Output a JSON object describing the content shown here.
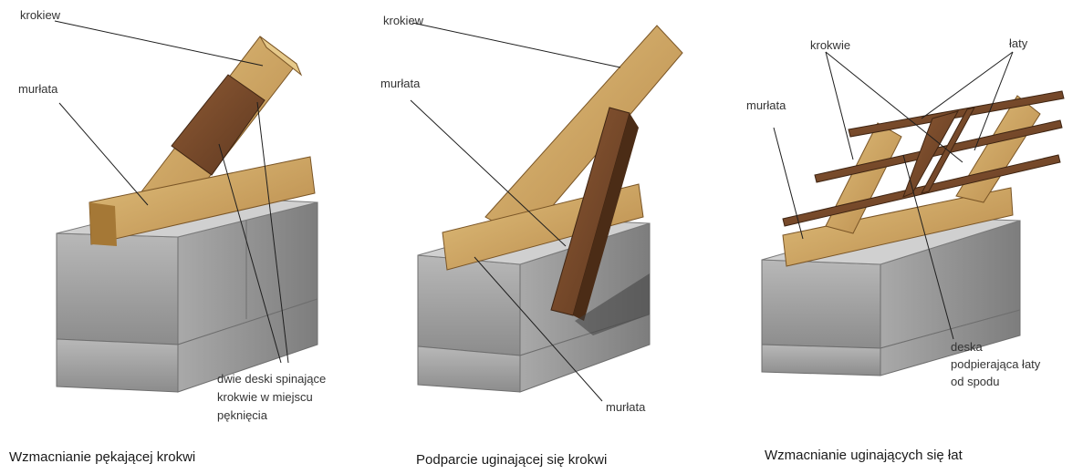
{
  "colors": {
    "wood_light": "#c9a05a",
    "wood_dark": "#7a4a2a",
    "block_gray": "#9c9c9c",
    "leader": "#1e1e1e",
    "text": "#333333"
  },
  "panels": [
    {
      "caption": "Wzmacnianie pękającej krokwi",
      "labels": {
        "rafter": "krokiew",
        "wall_plate": "murłata",
        "boards_line1": "dwie deski spinające",
        "boards_line2": "krokwie w miejscu",
        "boards_line3": "pęknięcia"
      }
    },
    {
      "caption": "Podparcie uginającej się krokwi",
      "labels": {
        "rafter": "krokiew",
        "wall_plate_top": "murłata",
        "wall_plate_bottom": "murłata"
      }
    },
    {
      "caption": "Wzmacnianie uginających się łat",
      "labels": {
        "rafters": "krokwie",
        "battens": "łaty",
        "wall_plate": "murłata",
        "board_line1": "deska",
        "board_line2": "podpierająca łaty",
        "board_line3": "od spodu"
      }
    }
  ]
}
